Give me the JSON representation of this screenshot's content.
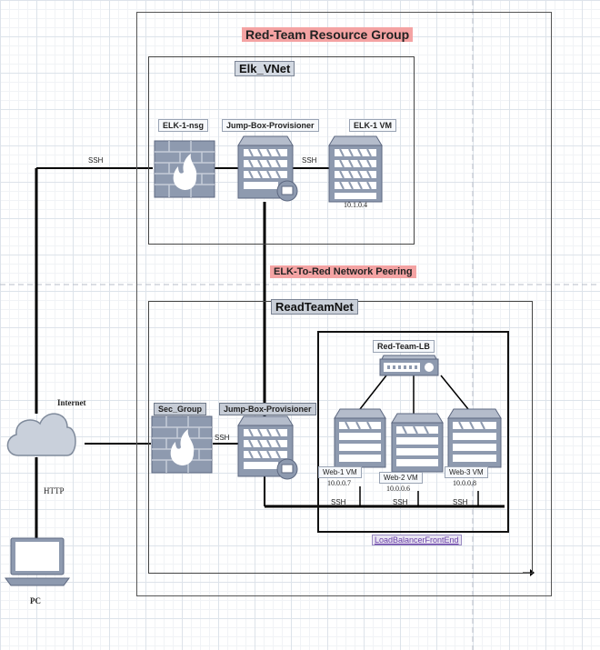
{
  "resource_group": {
    "title": "Red-Team Resource Group"
  },
  "elk_vnet": {
    "title": "Elk_VNet",
    "nsg_label": "ELK-1-nsg",
    "jumpbox_label": "Jump-Box-Provisioner",
    "elk_vm_label": "ELK-1 VM",
    "elk_vm_ip": "10.1.0.4",
    "ssh_label": "SSH"
  },
  "peering": {
    "label": "ELK-To-Red Network Peering"
  },
  "red_team_net": {
    "title": "ReadTeamNet",
    "sec_group_label": "Sec_Group",
    "jumpbox_label": "Jump-Box-Provisioner",
    "ssh_label": "SSH",
    "lb_label": "Red-Team-LB",
    "lb_frontend_label": "LoadBalancerFrontEnd",
    "web_vms": [
      {
        "label": "Web-1 VM",
        "ip": "10.0.0.7",
        "ssh": "SSH"
      },
      {
        "label": "Web-2 VM",
        "ip": "10.0.0.6",
        "ssh": "SSH"
      },
      {
        "label": "Web-3 VM",
        "ip": "10.0.0.8",
        "ssh": "SSH"
      }
    ]
  },
  "internet": {
    "label": "Internet",
    "ssh_label": "SSH",
    "http_label": "HTTP"
  },
  "pc": {
    "label": "PC"
  },
  "colors": {
    "red_title_bg": "#f4a3a3",
    "server_gray": "#8e9aaf",
    "firewall_fire": "#ffffff",
    "frontend_text": "#6a3fa8"
  }
}
